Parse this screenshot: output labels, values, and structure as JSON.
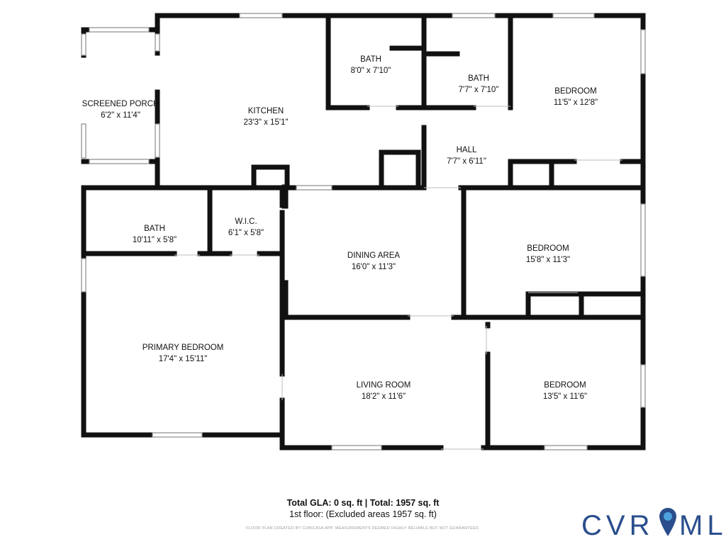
{
  "rooms": [
    {
      "id": "screened-porch",
      "name": "SCREENED PORCH",
      "dims": "6'2\" x 11'4\""
    },
    {
      "id": "kitchen",
      "name": "KITCHEN",
      "dims": "23'3\" x 15'1\""
    },
    {
      "id": "bath-1",
      "name": "BATH",
      "dims": "8'0\" x 7'10\""
    },
    {
      "id": "bath-2",
      "name": "BATH",
      "dims": "7'7\" x 7'10\""
    },
    {
      "id": "bedroom-1",
      "name": "BEDROOM",
      "dims": "11'5\" x 12'8\""
    },
    {
      "id": "hall",
      "name": "HALL",
      "dims": "7'7\" x 6'11\""
    },
    {
      "id": "bath-3",
      "name": "BATH",
      "dims": "10'11\" x 5'8\""
    },
    {
      "id": "wic",
      "name": "W.I.C.",
      "dims": "6'1\" x 5'8\""
    },
    {
      "id": "dining-area",
      "name": "DINING AREA",
      "dims": "16'0\" x 11'3\""
    },
    {
      "id": "bedroom-2",
      "name": "BEDROOM",
      "dims": "15'8\" x 11'3\""
    },
    {
      "id": "primary-bedroom",
      "name": "PRIMARY BEDROOM",
      "dims": "17'4\" x 15'11\""
    },
    {
      "id": "living-room",
      "name": "LIVING ROOM",
      "dims": "18'2\" x 11'6\""
    },
    {
      "id": "bedroom-3",
      "name": "BEDROOM",
      "dims": "13'5\" x 11'6\""
    }
  ],
  "totals": {
    "main": "Total GLA: 0 sq. ft | Total: 1957 sq. ft",
    "sub": "1st floor: (Excluded areas 1957 sq. ft)"
  },
  "disclaimer": "FLOOR PLAN CREATED BY CUBICASA APP. MEASUREMENTS DEEMED HIGHLY RELIABLE BUT NOT GUARANTEED.",
  "logo": {
    "text_left": "CVR",
    "text_right": "MLS",
    "icon": "location-pin-icon",
    "color": "#2a4e8c",
    "accent_color": "#4fa3dc"
  },
  "colors": {
    "wall": "#111111",
    "window": "#9a9a9a",
    "background": "#ffffff"
  }
}
